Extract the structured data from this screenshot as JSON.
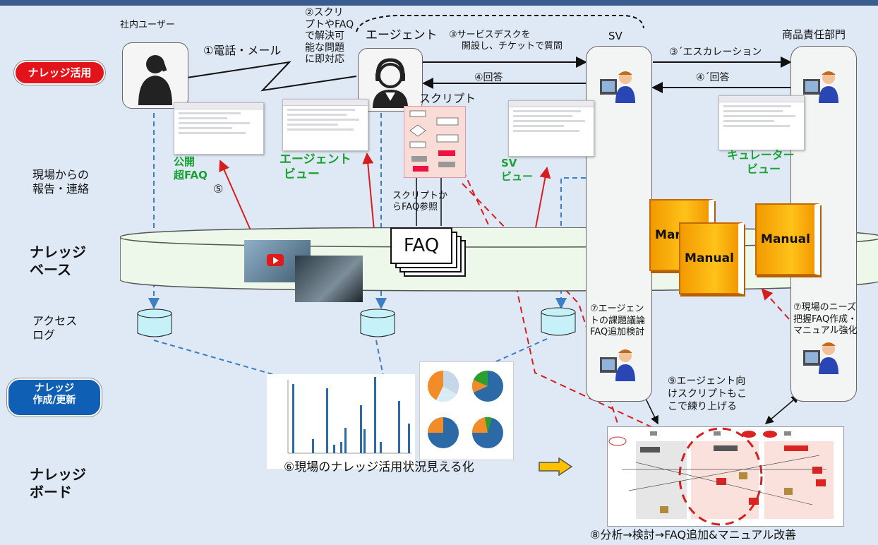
{
  "sections": {
    "knowledge_use": "ナレッジ活用",
    "knowledge_create": [
      "ナレッジ",
      "作成/更新"
    ],
    "knowledge_base": [
      "ナレッジ",
      "ベース"
    ],
    "knowledge_board": [
      "ナレッジ",
      "ボード"
    ]
  },
  "left_labels": {
    "field_report": [
      "現場からの",
      "報告・連絡"
    ],
    "access_log": [
      "アクセス",
      "ログ"
    ]
  },
  "actors": {
    "internal_user": "社内ユーザー",
    "agent": "エージェント",
    "sv": "SV",
    "product_dept": "商品責任部門"
  },
  "steps": {
    "s1": "①電話・メール",
    "s2": [
      "②スクリ",
      "プトやFAQ",
      "で解決可",
      "能な問題",
      "に即対応"
    ],
    "s3": [
      "③サービスデスクを",
      "開設し、チケットで質問"
    ],
    "s3b": "③´エスカレーション",
    "s4": "④回答",
    "s4b": "④´回答",
    "s5": "⑤",
    "s6": "⑥現場のナレッジ活用状況見える化",
    "s7a": [
      "⑦エージェン",
      "トの課題議論",
      "FAQ追加検討"
    ],
    "s7b": [
      "⑦現場のニーズ",
      "把握FAQ作成・",
      "マニュアル強化"
    ],
    "s8": "⑧分析→検討→FAQ追加&マニュアル改善",
    "s9": [
      "⑨エージェント向",
      "けスクリプトもこ",
      "こで練り上げる"
    ]
  },
  "views": {
    "public_faq": [
      "公開",
      "超FAQ"
    ],
    "agent_view": [
      "エージェント",
      "ビュー"
    ],
    "sv_view": [
      "SV",
      "ビュー"
    ],
    "curator_view": [
      "キュレーター",
      "ビュー"
    ]
  },
  "script": {
    "title": "スクリプト",
    "ref": [
      "スクリプトか",
      "らFAQ参照"
    ]
  },
  "faq_label": "FAQ",
  "manual_label": "Manual",
  "colors": {
    "header_bar": "#3b5c8f",
    "use_pill": "#e3131b",
    "create_pill": "#0f5fb5",
    "arrow_red": "#d61e1e",
    "arrow_blue": "#3c7fc4",
    "green_text": "#19a232"
  },
  "icons": [
    "phone-user-icon",
    "headset-agent-icon",
    "operator-icon",
    "database-icon",
    "video-thumb-icon",
    "arrow-right-icon"
  ]
}
